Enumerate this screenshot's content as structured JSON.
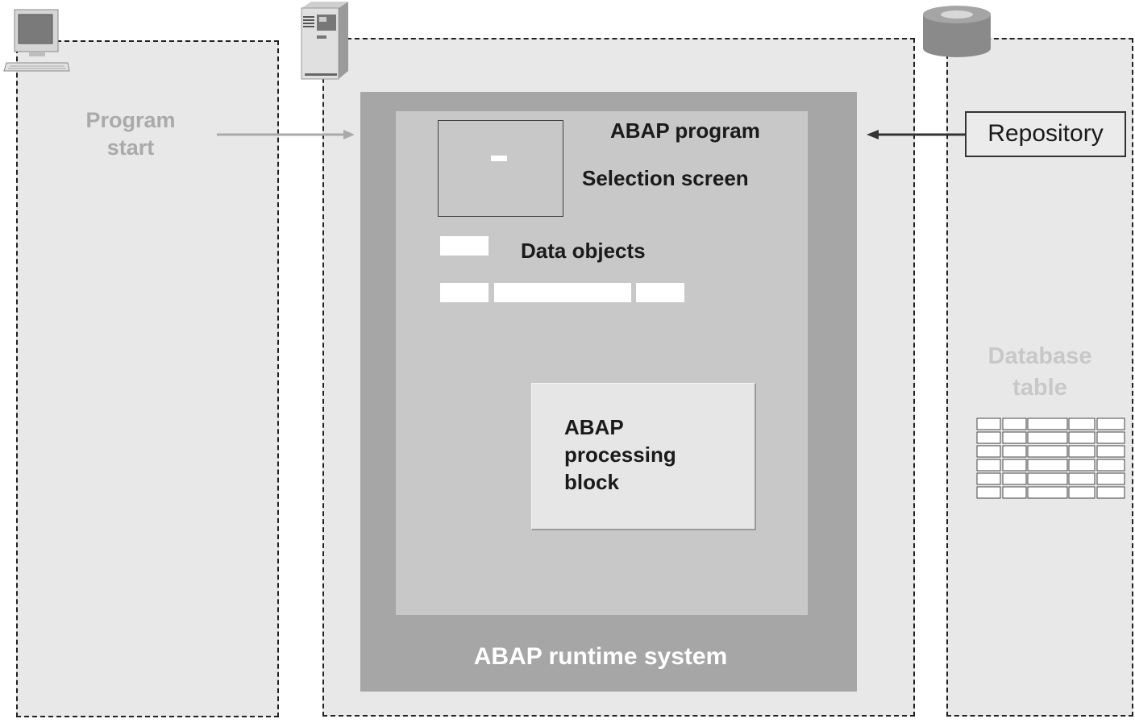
{
  "diagram": {
    "program_start": "Program\nstart",
    "runtime_system": "ABAP runtime system",
    "abap_program": "ABAP program",
    "selection_screen": "Selection screen",
    "data_objects": "Data objects",
    "processing_block": "ABAP\nprocessing\nblock",
    "repository": "Repository",
    "database_table": "Database\ntable"
  },
  "icons": {
    "presentation": "desktop-computer-icon",
    "application": "server-icon",
    "database": "database-cylinder-icon"
  },
  "colors": {
    "zone_background": "#e8e8e8",
    "runtime_system": "#a6a6a6",
    "abap_program": "#c8c8c8",
    "processing_block": "#e6e6e6",
    "faded_text": "#aaaaaa"
  }
}
